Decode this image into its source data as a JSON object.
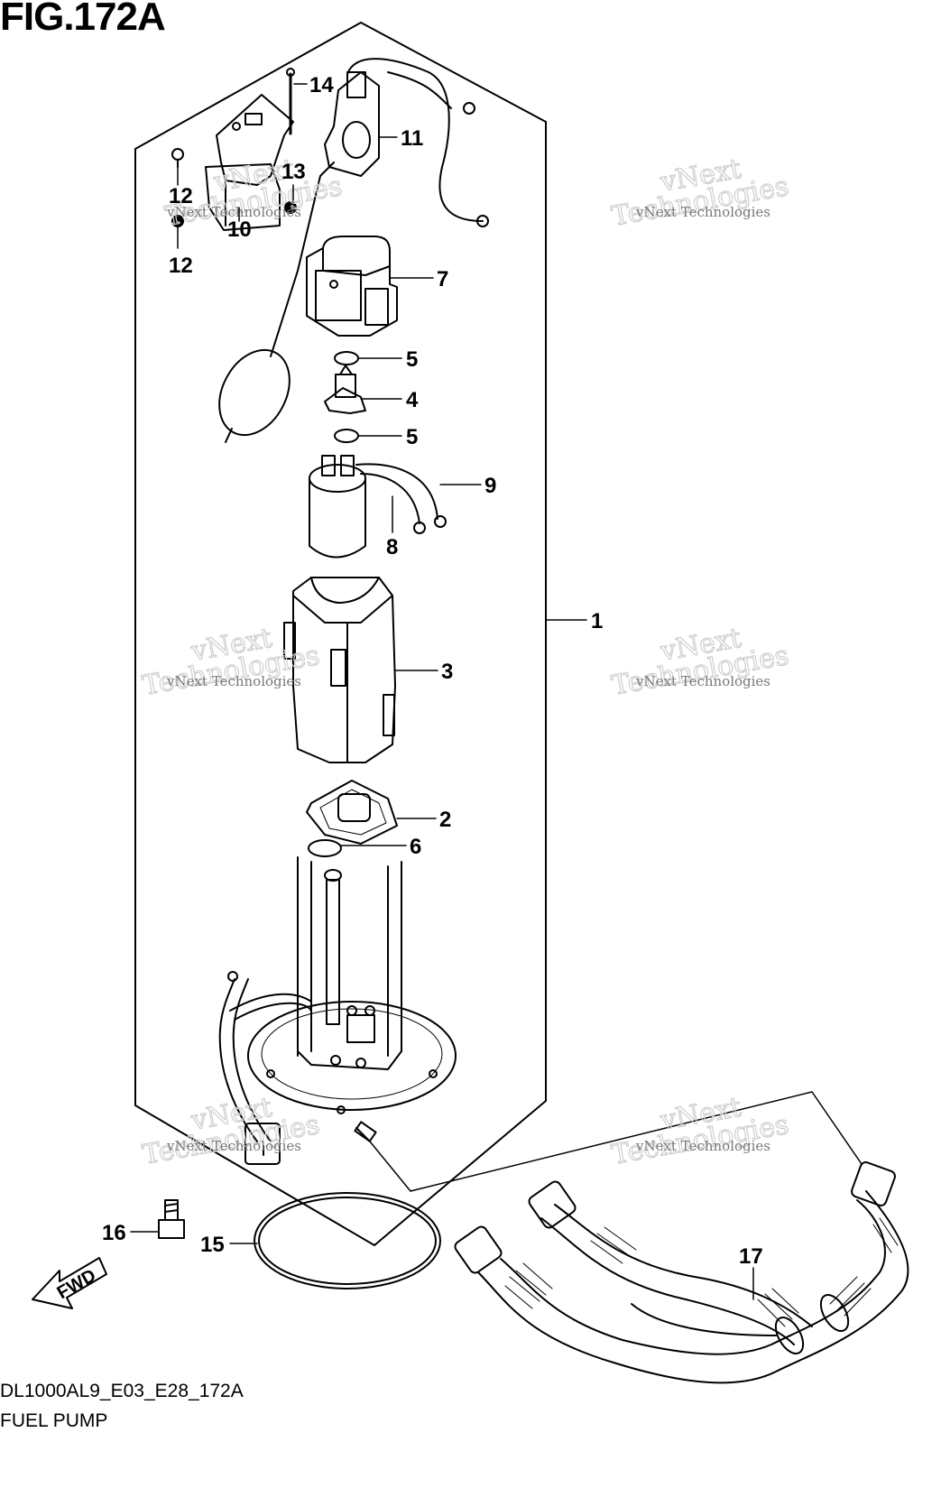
{
  "figure": {
    "title": "FIG.172A",
    "code": "DL1000AL9_E03_E28_172A",
    "name": "FUEL PUMP"
  },
  "watermark": {
    "line1": "vNext Technologies",
    "line2": "vNext",
    "line3": "Technologies"
  },
  "fwd_label": "FWD",
  "callouts": [
    "1",
    "2",
    "3",
    "4",
    "5",
    "5",
    "6",
    "7",
    "8",
    "9",
    "10",
    "11",
    "12",
    "12",
    "13",
    "14",
    "15",
    "16",
    "17"
  ]
}
